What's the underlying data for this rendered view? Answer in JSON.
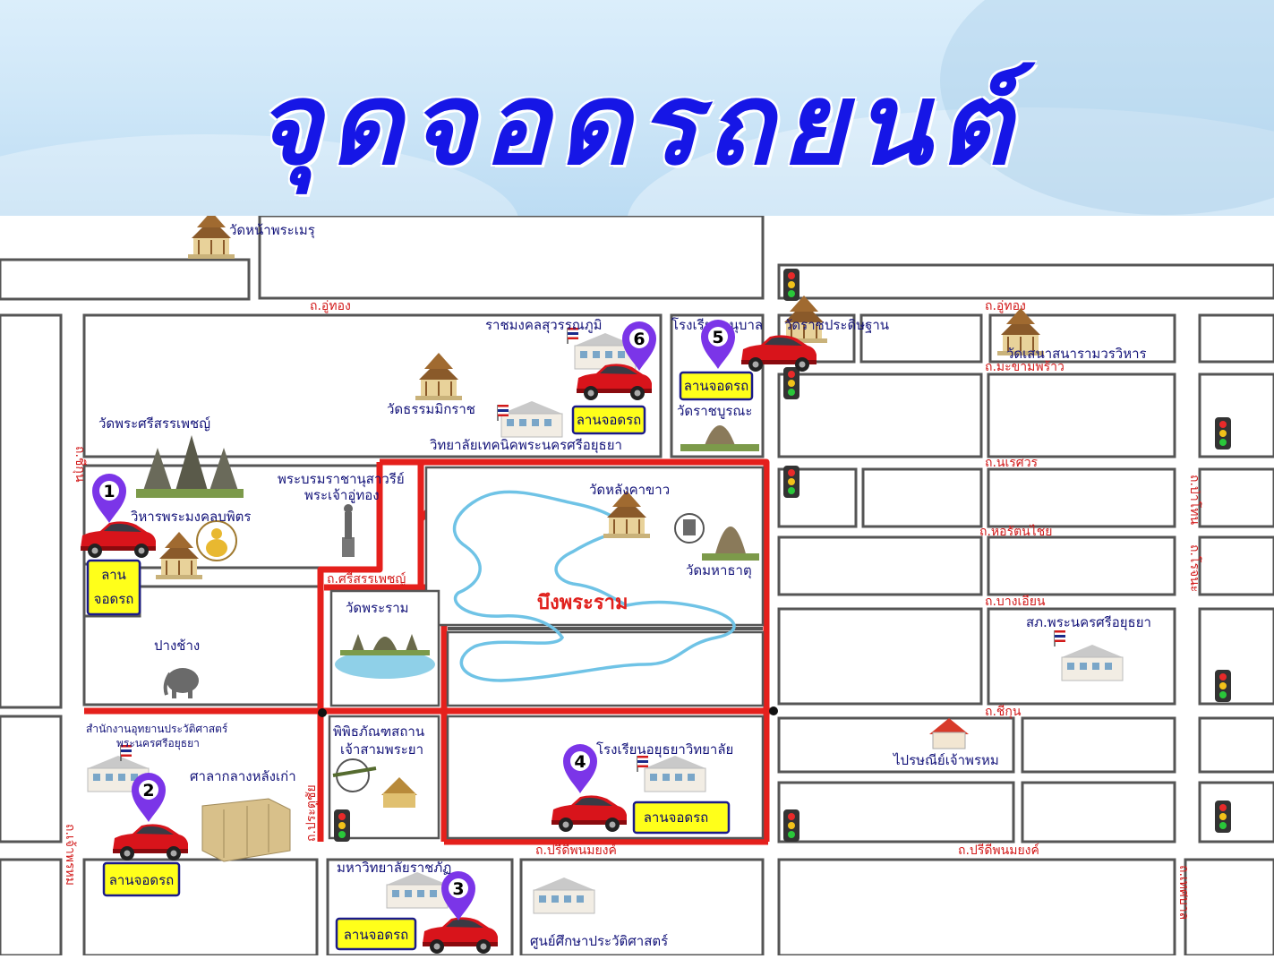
{
  "title": "จุดจอดรถยนต์",
  "colors": {
    "title": "#1616e6",
    "road": "#555555",
    "main_route": "#e5201c",
    "lake": "#6fc3e6",
    "place_label": "#14147a",
    "road_label": "#d21a1a",
    "lot_fill": "#ffff1a",
    "lot_border": "#1a1a8a",
    "pin": "#7b35e8",
    "car": "#d8141b"
  },
  "lake_label": "บึงพระราม",
  "parking_lot_label": "ลานจอดรถ",
  "parking_lot_label_split": [
    "ลาน",
    "จอดรถ"
  ],
  "roads": [
    {
      "id": "u-thong-west",
      "label": "ถ.อู่ทอง"
    },
    {
      "id": "u-thong-east",
      "label": "ถ.อู่ทอง"
    },
    {
      "id": "makham-phrao",
      "label": "ถ.มะขามพร้าว"
    },
    {
      "id": "naresuan",
      "label": "ถ.นเรศวร"
    },
    {
      "id": "ho-rattanachai",
      "label": "ถ.หอรัตนไชย"
    },
    {
      "id": "bang-ian",
      "label": "ถ.บางเอียน"
    },
    {
      "id": "chikun-west",
      "label": "ถ.ชีกุน"
    },
    {
      "id": "si-sanphet",
      "label": "ถ.ศรีสรรเพชญ์"
    },
    {
      "id": "chikun-south",
      "label": "ถ.ชีกุน"
    },
    {
      "id": "pa-thon",
      "label": "ถ.ป่าโทน"
    },
    {
      "id": "rotchana",
      "label": "ถ.โรจนะ"
    },
    {
      "id": "pridi-west",
      "label": "ถ.ปรีดีพนมยงค์"
    },
    {
      "id": "pridi-east",
      "label": "ถ.ปรีดีพนมยงค์"
    },
    {
      "id": "chao-phrom",
      "label": "ถ.เจ้าพรหม"
    },
    {
      "id": "pratu-chai",
      "label": "ถ.ประตูชัย"
    },
    {
      "id": "thetsaban",
      "label": "ถ.เทศบาล"
    }
  ],
  "places": [
    {
      "id": "wat-na-phra-men",
      "label": "วัดหน้าพระเมรุ"
    },
    {
      "id": "ratchamongkhon",
      "label": "ราชมงคลสุวรรณภูมิ"
    },
    {
      "id": "anuban-school",
      "label": "โรงเรียนอนุบาล"
    },
    {
      "id": "wat-ratchapradit",
      "label": "วัดราชประดิษฐาน"
    },
    {
      "id": "wat-senasanaram",
      "label": "วัดเสนาสนารามวรวิหาร"
    },
    {
      "id": "wat-thammikarat",
      "label": "วัดธรรมมิกราช"
    },
    {
      "id": "wat-ratchaburana",
      "label": "วัดราชบูรณะ"
    },
    {
      "id": "technical-college",
      "label": "วิทยาลัยเทคนิคพระนครศรีอยุธยา"
    },
    {
      "id": "wat-phra-si-sanphet",
      "label": "วัดพระศรีสรรเพชญ์"
    },
    {
      "id": "u-thong-monument",
      "label": "พระบรมราชานุสาวรีย์"
    },
    {
      "id": "u-thong-monument-2",
      "label": "พระเจ้าอู่ทอง"
    },
    {
      "id": "wat-lang-kha-khao",
      "label": "วัดหลังคาขาว"
    },
    {
      "id": "viharn-mongkhon",
      "label": "วิหารพระมงคลบพิตร"
    },
    {
      "id": "wat-mahathat",
      "label": "วัดมหาธาตุ"
    },
    {
      "id": "wat-phra-ram",
      "label": "วัดพระราม"
    },
    {
      "id": "pang-chang",
      "label": "ปางช้าง"
    },
    {
      "id": "police-station",
      "label": "สภ.พระนครศรีอยุธยา"
    },
    {
      "id": "arch-office",
      "label": "สำนักงานอุทยานประวัติศาสตร์"
    },
    {
      "id": "arch-office-2",
      "label": "พระนครศรีอยุธยา"
    },
    {
      "id": "museum",
      "label": "พิพิธภัณฑสถาน"
    },
    {
      "id": "museum-2",
      "label": "เจ้าสามพระยา"
    },
    {
      "id": "ayutthaya-school",
      "label": "โรงเรียนอยุธยาวิทยาลัย"
    },
    {
      "id": "post-office",
      "label": "ไปรษณีย์เจ้าพรหม"
    },
    {
      "id": "old-city-hall",
      "label": "ศาลากลางหลังเก่า"
    },
    {
      "id": "rajabhat",
      "label": "มหาวิทยาลัยราชภัฏ"
    },
    {
      "id": "history-center",
      "label": "ศูนย์ศึกษาประวัติศาสตร์"
    }
  ],
  "parking_pins": [
    "1",
    "2",
    "3",
    "4",
    "5",
    "6"
  ]
}
